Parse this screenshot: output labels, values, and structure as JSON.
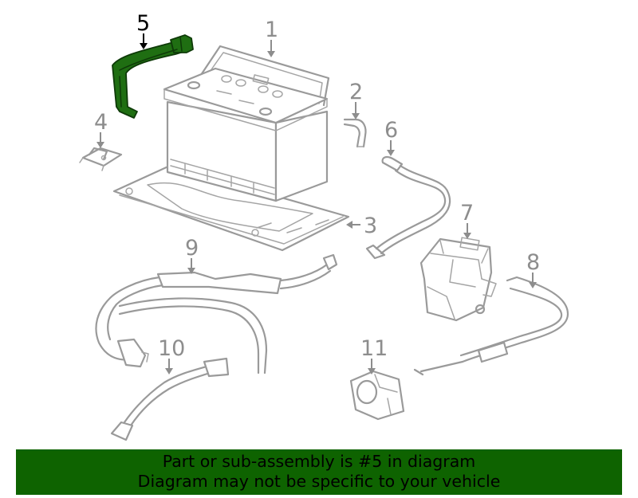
{
  "diagram": {
    "callouts": [
      {
        "id": "1",
        "label": "1"
      },
      {
        "id": "2",
        "label": "2"
      },
      {
        "id": "3",
        "label": "3"
      },
      {
        "id": "4",
        "label": "4"
      },
      {
        "id": "5",
        "label": "5"
      },
      {
        "id": "6",
        "label": "6"
      },
      {
        "id": "7",
        "label": "7"
      },
      {
        "id": "8",
        "label": "8"
      },
      {
        "id": "9",
        "label": "9"
      },
      {
        "id": "10",
        "label": "10"
      },
      {
        "id": "11",
        "label": "11"
      }
    ],
    "highlighted_part": "5",
    "highlight_color": "#1f6e12"
  },
  "banner": {
    "line1": "Part or sub-assembly is #5 in diagram",
    "line2": "Diagram may not be specific to your vehicle",
    "background": "#0e6300"
  }
}
